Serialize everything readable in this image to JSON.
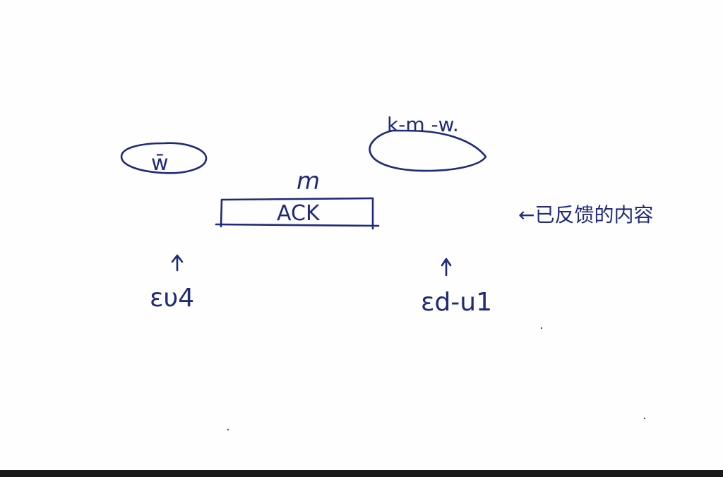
{
  "diagram": {
    "ink_color": "#1f2a7a",
    "background": "#fefefe",
    "left_oval": {
      "label": "w̄"
    },
    "right_blob": {
      "label": "k-m -w."
    },
    "ack_box": {
      "top_label": "m",
      "inner_label": "ACK"
    },
    "left_pointer": {
      "label": "ευ4"
    },
    "right_pointer": {
      "label": "εd-u1"
    },
    "side_note": {
      "label": "←已反馈的内容"
    }
  }
}
